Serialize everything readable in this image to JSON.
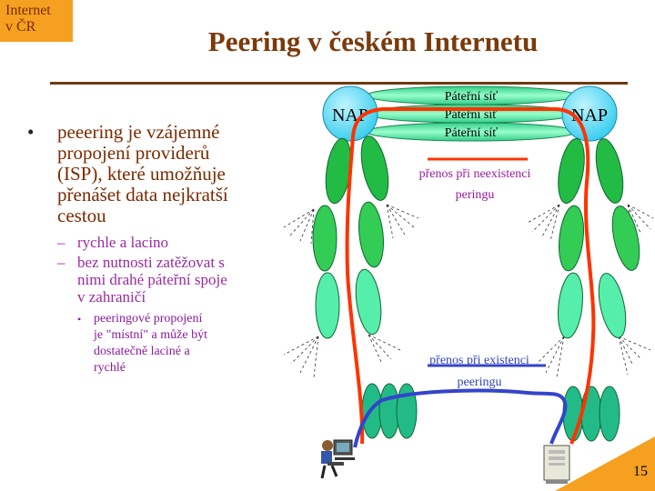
{
  "corner_tag": [
    "Internet",
    "v ČR"
  ],
  "title": "Peering v českém Internetu",
  "bullet_main": [
    "peeering je vzájemné",
    "propojení providerů",
    "(ISP), které umožňuje",
    "přenášet data nejkratší",
    "cestou"
  ],
  "sub_bullets": [
    [
      "rychle a lacino"
    ],
    [
      "bez nutnosti zatěžovat s",
      "nimi drahé páteřní spoje",
      "v zahraničí"
    ]
  ],
  "subsub_bullet": [
    "peeringové propojení",
    "je \"místní\" a může být",
    "dostatečně laciné a",
    "rychlé"
  ],
  "diagram": {
    "nap_left": "NAP",
    "nap_right": "NAP",
    "backbones": [
      "Páteřní síť",
      "Páteřní síť",
      "Páteřní síť"
    ],
    "label_no_peering": [
      "přenos při neexistenci",
      "peringu"
    ],
    "label_peering": [
      "přenos při existenci",
      "peeringu"
    ]
  },
  "colors": {
    "red_path": "#ff3300",
    "blue_path": "#3344cc",
    "nap_fill": "#66ddff",
    "leaf_dark": "#22bb44",
    "leaf_light": "#55ee99",
    "orange": "#f5a020"
  },
  "page_number": "15"
}
